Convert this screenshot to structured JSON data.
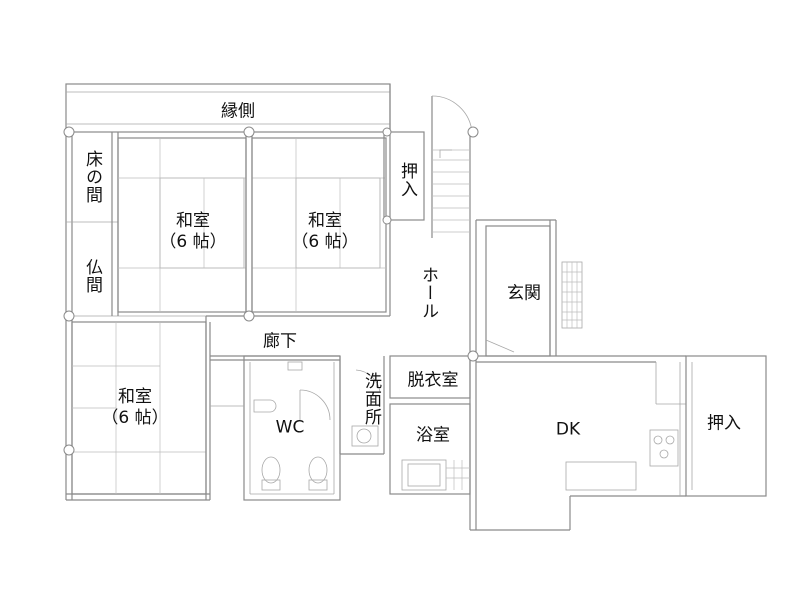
{
  "rooms": {
    "engawa": "縁側",
    "tokonoma": "床の間",
    "butsuma": "仏間",
    "washitsu_a": "和室",
    "washitsu_a_size": "（6 帖）",
    "washitsu_b": "和室",
    "washitsu_b_size": "（6 帖）",
    "washitsu_c": "和室",
    "washitsu_c_size": "（6 帖）",
    "oshiire_top": "押入",
    "hall": "ホール",
    "genkan": "玄関",
    "rouka": "廊下",
    "wc": "WC",
    "senmenjo": "洗面所",
    "datsuishitsu": "脱衣室",
    "yokushitsu": "浴室",
    "dk": "DK",
    "oshiire_right": "押入"
  },
  "colors": {
    "wall": "#8a8a8a",
    "label": "#111111",
    "background": "#ffffff"
  }
}
